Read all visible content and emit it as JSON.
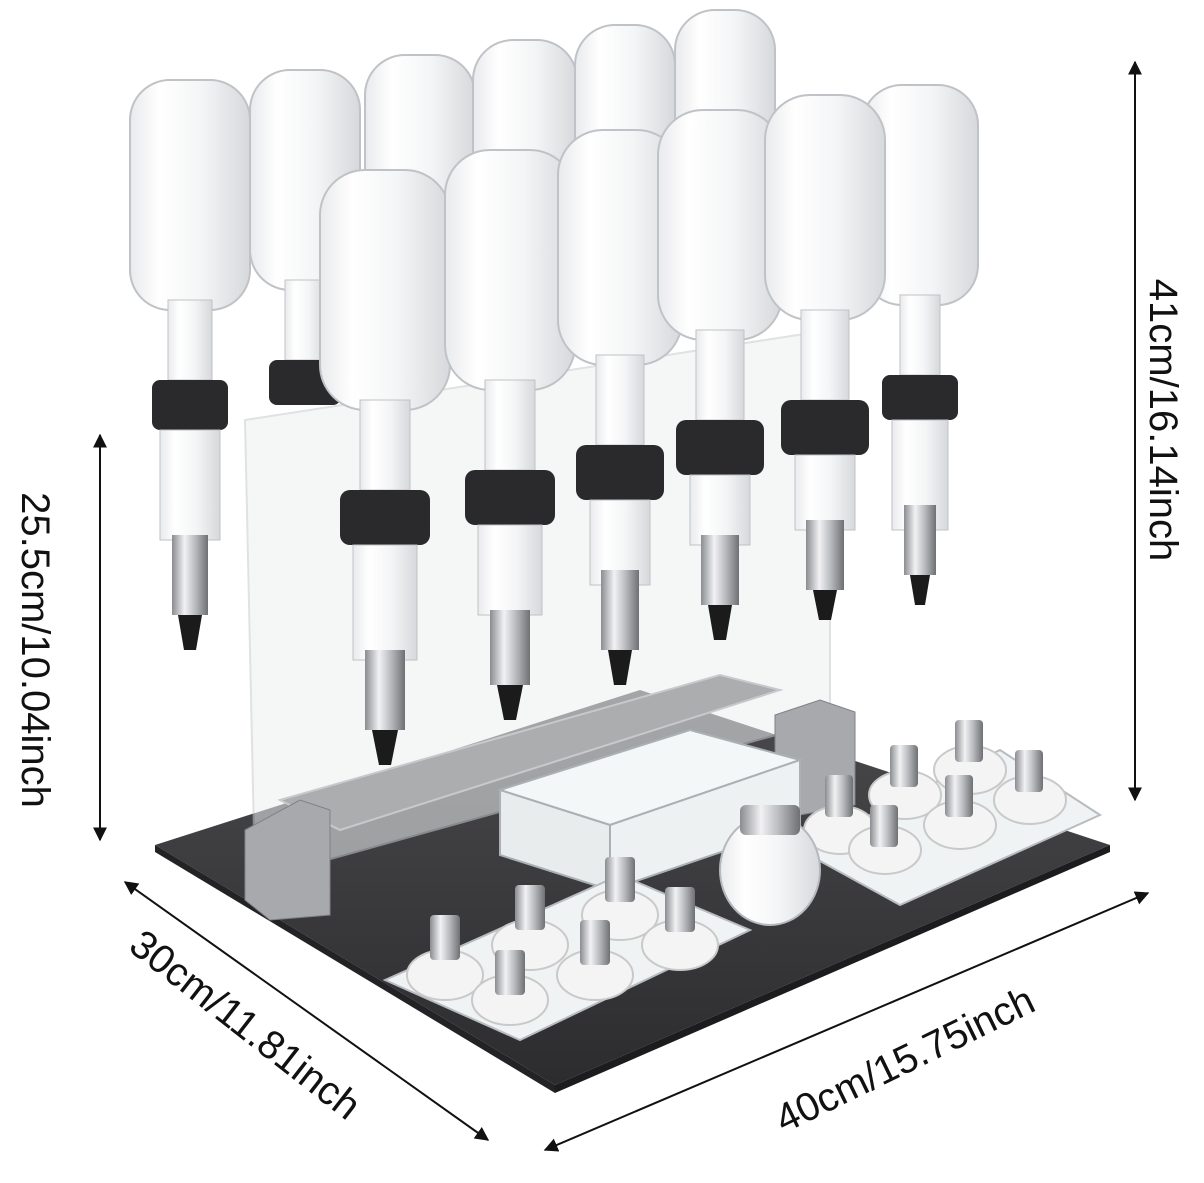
{
  "image": {
    "subject": "product-photo",
    "background_color": "#ffffff",
    "accent_colors": {
      "base": "#3a3a3c",
      "chrome": "#c8c8cc",
      "acrylic": "#e8eef0",
      "cap_white": "#f4f4f4"
    }
  },
  "dimensions": {
    "total_height": "41cm/16.14inch",
    "rack_height": "25.5cm/10.04inch",
    "depth": "30cm/11.81inch",
    "width": "40cm/15.75inch"
  }
}
